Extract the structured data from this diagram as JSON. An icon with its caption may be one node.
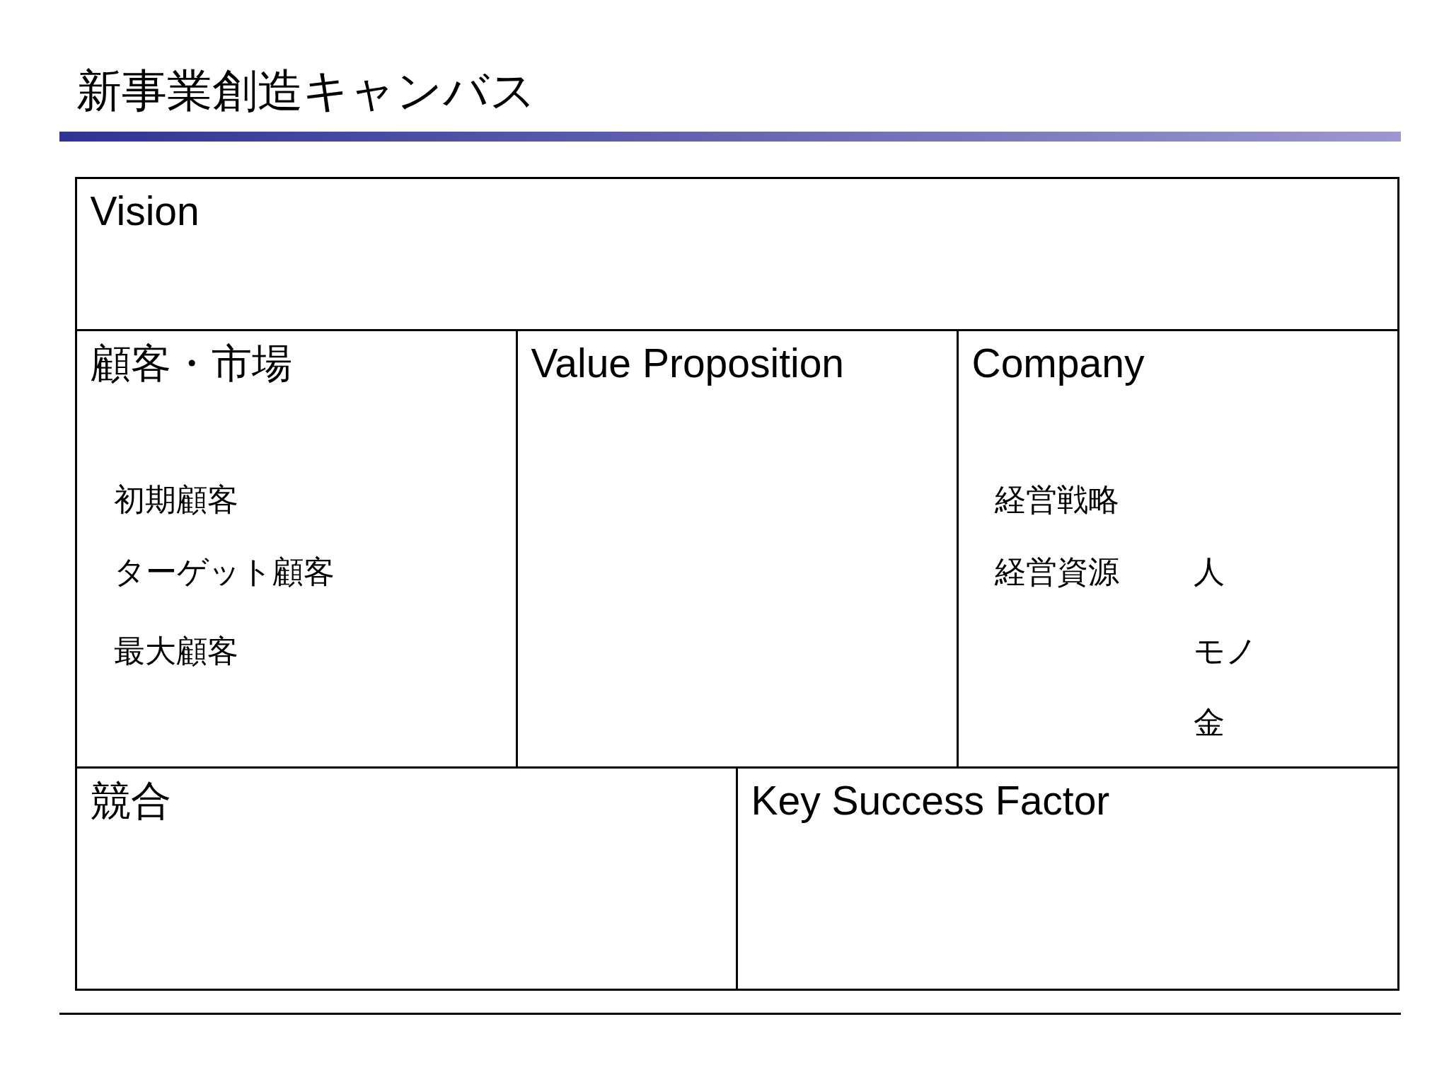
{
  "diagram": {
    "title": "新事業創造キャンバス",
    "nodes": [
      {
        "text": [],
        "shape": "bar"
      },
      {
        "text": [
          "Vision"
        ]
      },
      {
        "text": [
          "顧客・市場",
          "初期顧客",
          "ターゲット顧客",
          "最大顧客"
        ]
      },
      {
        "text": [
          "Value Proposition"
        ]
      },
      {
        "text": [
          "Company",
          "経営戦略",
          "経営資源",
          "人",
          "モノ",
          "金"
        ]
      },
      {
        "text": [
          "競合"
        ]
      },
      {
        "text": [
          "Key Success Factor"
        ]
      }
    ]
  }
}
